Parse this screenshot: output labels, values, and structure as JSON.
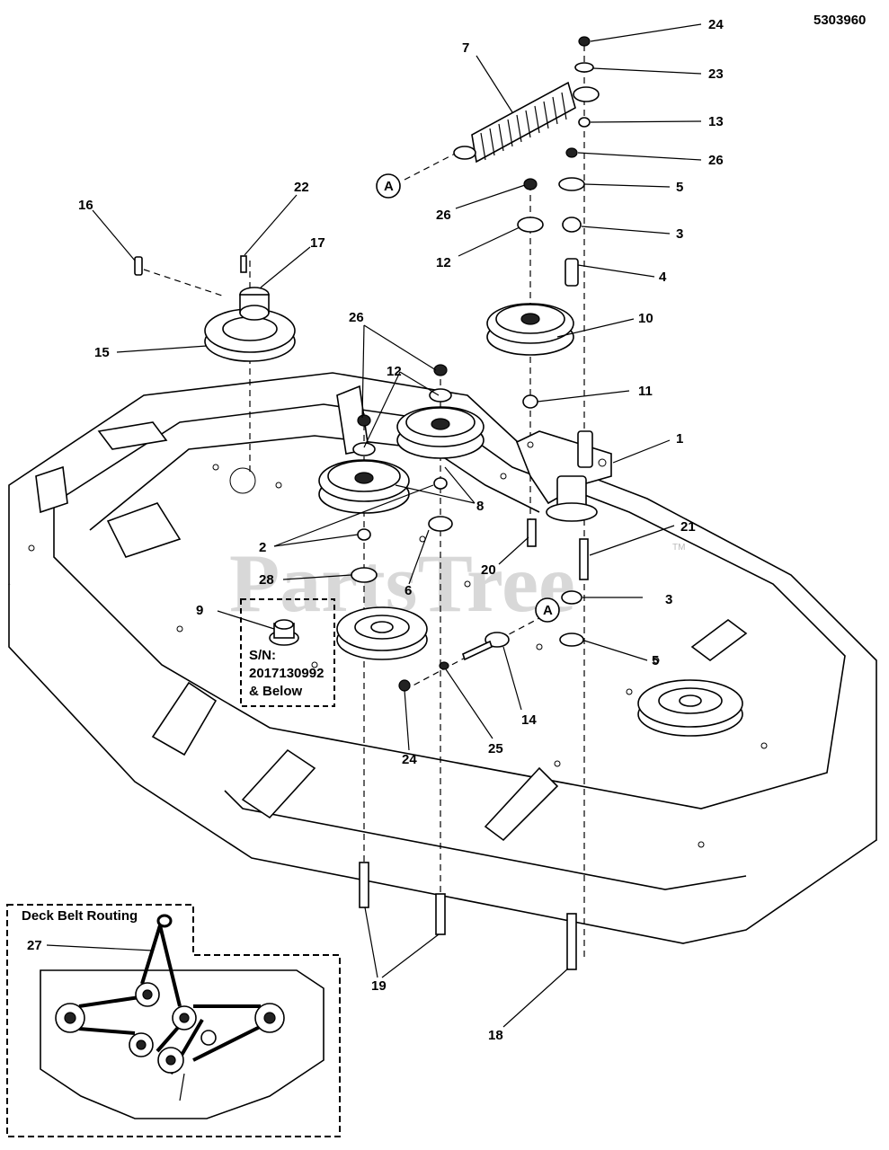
{
  "doc_number": "5303960",
  "watermark": "PartsTree",
  "trademark": "TM",
  "callout_letter": "A",
  "callouts": [
    "24",
    "23",
    "7",
    "13",
    "26",
    "5",
    "26",
    "3",
    "12",
    "4",
    "22",
    "16",
    "17",
    "10",
    "15",
    "26",
    "12",
    "11",
    "1",
    "8",
    "2",
    "21",
    "20",
    "3",
    "28",
    "6",
    "9",
    "5",
    "14",
    "24",
    "25",
    "19",
    "18",
    "27"
  ],
  "serial_note": {
    "line1": "S/N:",
    "line2": "2017130992",
    "line3": "& Below"
  },
  "inset": {
    "title": "Deck Belt Routing"
  }
}
